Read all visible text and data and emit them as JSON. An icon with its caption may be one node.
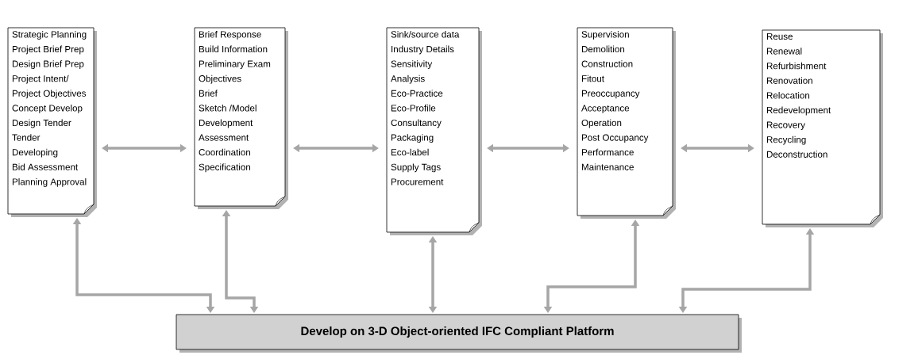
{
  "diagram": {
    "nodes": [
      {
        "text": [
          "Strategic Planning",
          "Project Brief Prep",
          "Design Brief Prep",
          "Project  Intent/ Project Objectives",
          "Concept Develop",
          "Design Tender",
          "Tender",
          "Developing",
          "Bid Assessment",
          "Planning Approval"
        ]
      },
      {
        "text": [
          "Brief Response",
          "Build Information",
          "Preliminary Exam",
          "Objectives",
          "Brief",
          "Sketch /Model",
          "Development",
          "Assessment",
          "Coordination",
          "Specification"
        ]
      },
      {
        "text": [
          "Sink/source data",
          "Industry Details",
          "Sensitivity",
          "Analysis",
          "Eco-Practice",
          "Eco-Profile",
          "Consultancy",
          "Packaging",
          "Eco-label",
          "Supply Tags",
          "Procurement"
        ]
      },
      {
        "text": [
          "Supervision",
          "Demolition",
          "Construction",
          "Fitout",
          "Preoccupancy",
          "Acceptance",
          "Operation",
          "Post Occupancy",
          "Performance",
          "Maintenance"
        ]
      },
      {
        "text": [
          "Reuse",
          "Renewal",
          "Refurbishment",
          "Renovation",
          "Relocation",
          "Redevelopment",
          "Recovery",
          "Recycling",
          "Deconstruction"
        ]
      },
      {
        "text": [
          "Develop on 3-D Object-oriented IFC Compliant Platform"
        ]
      }
    ],
    "edges": [
      {
        "from": 0,
        "to": 1,
        "arrow": "both"
      },
      {
        "from": 1,
        "to": 2,
        "arrow": "both"
      },
      {
        "from": 2,
        "to": 3,
        "arrow": "both"
      },
      {
        "from": 3,
        "to": 4,
        "arrow": "both"
      },
      {
        "from": 0,
        "to": 5,
        "arrow": "both"
      },
      {
        "from": 1,
        "to": 5,
        "arrow": "both"
      },
      {
        "from": 2,
        "to": 5,
        "arrow": "both"
      },
      {
        "from": 3,
        "to": 5,
        "arrow": "both"
      },
      {
        "from": 4,
        "to": 5,
        "arrow": "both"
      }
    ]
  }
}
